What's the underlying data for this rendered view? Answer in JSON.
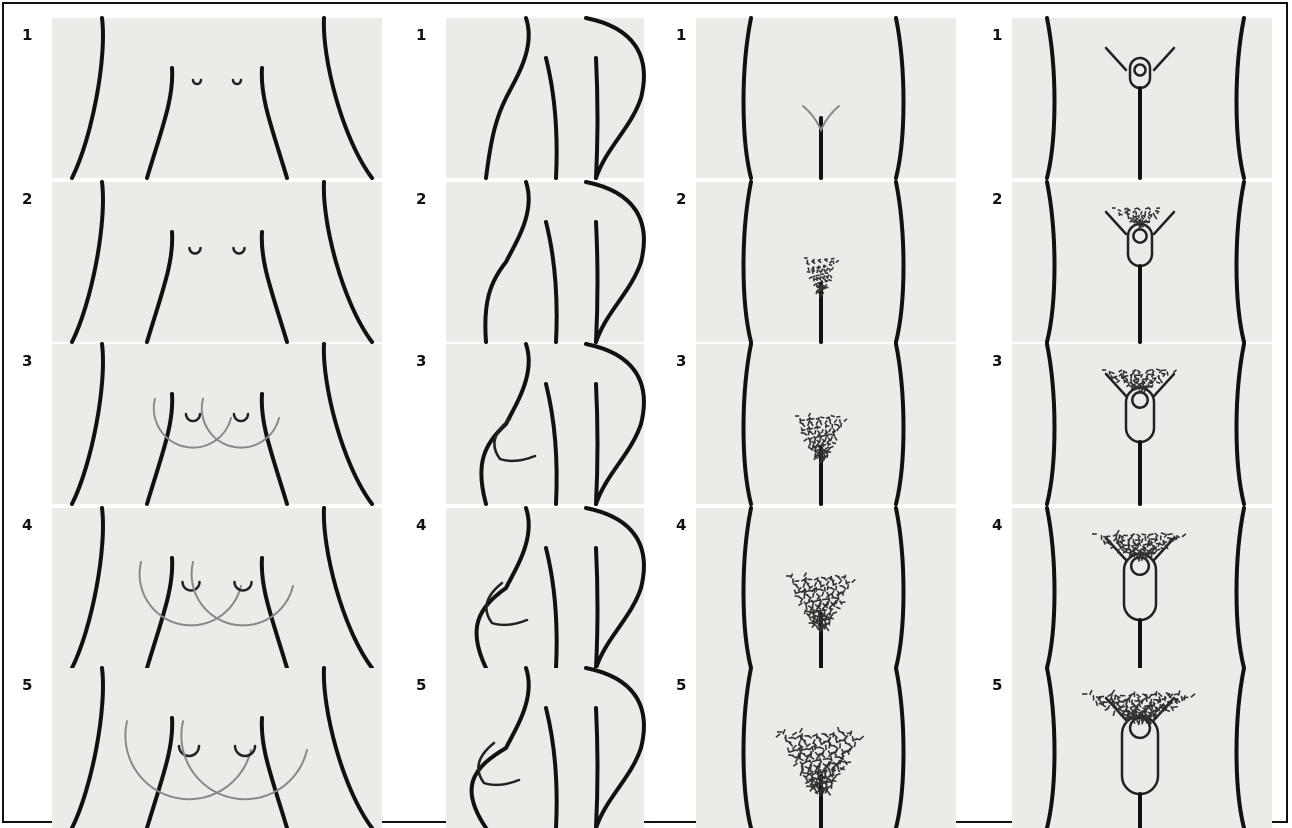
{
  "columns": [
    {
      "id": "breast-front",
      "stages": [
        "1",
        "2",
        "3",
        "4",
        "5"
      ]
    },
    {
      "id": "breast-side",
      "stages": [
        "1",
        "2",
        "3",
        "4",
        "5"
      ]
    },
    {
      "id": "female-pubic",
      "stages": [
        "1",
        "2",
        "3",
        "4",
        "5"
      ]
    },
    {
      "id": "male-genital",
      "stages": [
        "1",
        "2",
        "3",
        "4",
        "5"
      ]
    }
  ],
  "colors": {
    "panel": "#ecebe8",
    "ink": "#111111",
    "hair": "#333333"
  }
}
